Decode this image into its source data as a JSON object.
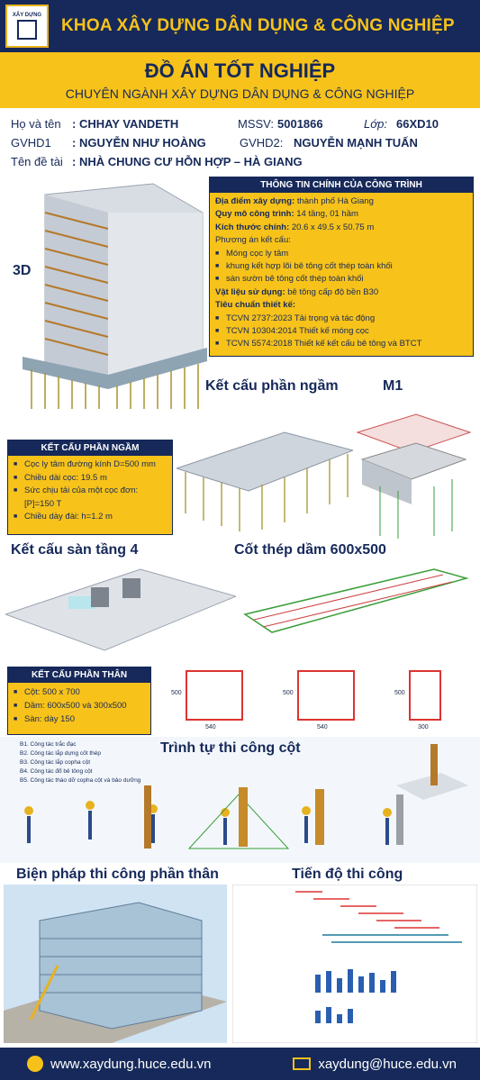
{
  "header": {
    "faculty": "KHOA XÂY DỰNG DÂN DỤNG & CÔNG NGHIỆP",
    "logo_text": "XÂY DỰNG"
  },
  "title": {
    "main": "ĐỒ ÁN TỐT NGHIỆP",
    "sub": "CHUYÊN NGÀNH XÂY DỰNG DÂN DỤNG & CÔNG NGHIỆP"
  },
  "student": {
    "name_label": "Họ và tên",
    "name": ": CHHAY VANDETH",
    "id_label": "MSSV: ",
    "id": "5001866",
    "class_label": "Lớp: ",
    "class": "66XD10",
    "advisor1_label": "GVHD1",
    "advisor1": ": NGUYỄN NHƯ HOÀNG",
    "advisor2_label": "GVHD2: ",
    "advisor2": "NGUYỄN MẠNH TUẤN",
    "topic_label": "Tên đề tài",
    "topic": ": NHÀ CHUNG CƯ HỖN HỢP – HÀ GIANG"
  },
  "project_info": {
    "title": "THÔNG TIN CHÍNH CỦA CÔNG TRÌNH",
    "location_label": "Địa điểm xây dựng:",
    "location": " thành phố Hà Giang",
    "scale_label": "Quy mô công trình:",
    "scale": " 14 tầng, 01 hầm",
    "size_label": "Kích thước chính:",
    "size": " 20.6 x 49.5 x 50.75 m",
    "structure_label": "Phương án kết cấu:",
    "structure_items": [
      "Móng cọc ly tâm",
      "khung kết hợp lõi bê tông cốt thép toàn khối",
      "sàn sườn bê tông cốt thép toàn khối"
    ],
    "material_label": "Vật liệu sử dụng:",
    "material": " bê tông cấp độ bền B30",
    "standards_label": "Tiêu chuẩn thiết kế:",
    "standards": [
      "TCVN 2737:2023 Tải trọng và tác động",
      "TCVN 10304:2014 Thiết kế móng cọc",
      "TCVN 5574:2018 Thiết kế kết cấu bê tông  và BTCT"
    ]
  },
  "labels": {
    "view3d": "3D",
    "substructure": "Kết cấu phần ngầm",
    "m1": "M1",
    "floor4": "Kết cấu sàn tầng 4",
    "beam": "Cốt thép dầm 600x500",
    "column_seq": "Trình tự thi công cột",
    "method": "Biện pháp thi công phần thân",
    "schedule": "Tiến độ thi công"
  },
  "substructure_panel": {
    "title": "KẾT CẤU PHẦN NGẦM",
    "items": [
      "Cọc ly tâm đường kính D=500 mm",
      "Chiều dài cọc: 19.5 m",
      "Sức chịu tải của một cọc đơn: [P]=150 T",
      "Chiều dày đài: h=1.2 m"
    ]
  },
  "superstructure_panel": {
    "title": "KẾT CẤU PHẦN THÂN",
    "items": [
      "Cột: 500 x 700",
      "Dầm: 600x500 và 300x500",
      "Sàn: dày 150"
    ]
  },
  "steps": [
    "B1. Công tác trắc đạc",
    "B2. Công tác lắp dựng cốt thép",
    "B3. Công tác lắp copha cột",
    "B4. Công tác đổ bê tông cột",
    "B5. Công tác tháo dỡ copha cột và bảo dưỡng"
  ],
  "sections": [
    {
      "w": "540",
      "h": "500"
    },
    {
      "w": "540",
      "h": "500"
    },
    {
      "w": "300",
      "h": "500"
    }
  ],
  "footer": {
    "web": "www.xaydung.huce.edu.vn",
    "email": "xaydung@huce.edu.vn"
  }
}
